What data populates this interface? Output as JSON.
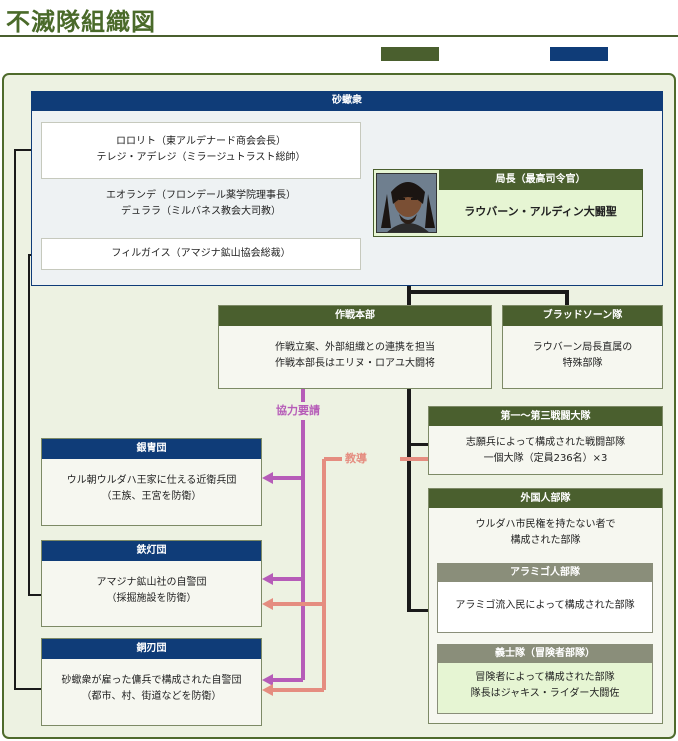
{
  "title": "不滅隊組織図",
  "colors": {
    "green": "#4a5f2e",
    "blue": "#0f3c78",
    "purple": "#b65cb8",
    "salmon": "#e58d80"
  },
  "syndicate": {
    "header": "砂蠍衆",
    "members": [
      "ロロリト（東アルデナード商会会長）",
      "テレジ・アデレジ（ミラージュトラスト総帥）",
      "エオランデ（フロンデール薬学院理事長）",
      "デュララ（ミルバネス教会大司教）",
      "フィルガイス（アマジナ鉱山協会総裁）"
    ]
  },
  "director": {
    "header": "局長（最高司令官）",
    "name": "ラウバーン・アルディン大闘聖",
    "portrait": "raubahn-portrait-icon"
  },
  "hq": {
    "header": "作戦本部",
    "lines": [
      "作戦立案、外部組織との連携を担当",
      "作戦本部長はエリヌ・ロアユ大闘将"
    ]
  },
  "bloodsworn": {
    "header": "ブラッドソーン隊",
    "lines": [
      "ラウバーン局長直属の",
      "特殊部隊"
    ]
  },
  "cooperation": "協力要請",
  "instruction": "教導",
  "guards": [
    {
      "header": "銀冑団",
      "lines": [
        "ウル朝ウルダハ王家に仕える近衛兵団",
        "（王族、王宮を防衛）"
      ]
    },
    {
      "header": "鉄灯団",
      "lines": [
        "アマジナ鉱山社の自警団",
        "（採掘施設を防衛）"
      ]
    },
    {
      "header": "銅刃団",
      "lines": [
        "砂蠍衆が雇った傭兵で構成された自警団",
        "（都市、村、街道などを防衛）"
      ]
    }
  ],
  "battalions": {
    "header": "第一～第三戦闘大隊",
    "lines": [
      "志願兵によって構成された戦闘部隊",
      "一個大隊（定員236名）×3"
    ]
  },
  "foreign": {
    "header": "外国人部隊",
    "lines": [
      "ウルダハ市民権を持たない者で",
      "構成された部隊"
    ],
    "sub": [
      {
        "header": "アラミゴ人部隊",
        "lines": [
          "アラミゴ流入民によって構成された部隊"
        ]
      },
      {
        "header": "義士隊（冒険者部隊）",
        "lines": [
          "冒険者によって構成された部隊",
          "隊長はジャキス・ライダー大闘佐"
        ]
      }
    ]
  }
}
